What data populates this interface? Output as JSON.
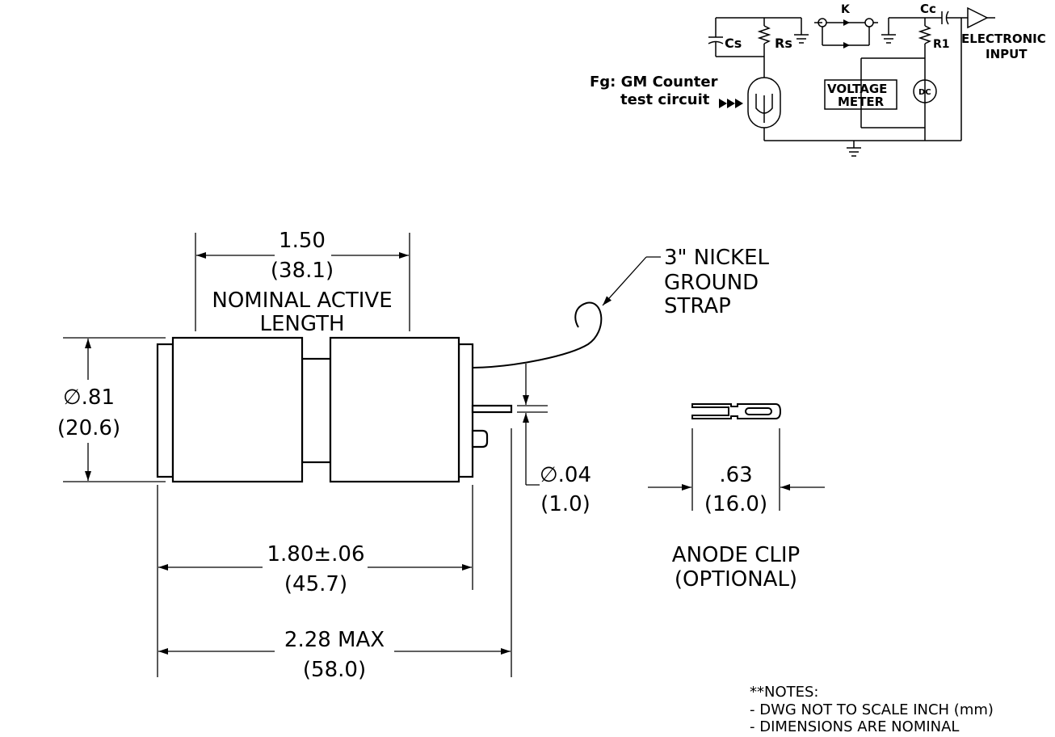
{
  "circuit": {
    "caption_line1": "Fg: GM Counter",
    "caption_line2": "test circuit",
    "labels": {
      "cs": "Cs",
      "rs": "Rs",
      "k": "K",
      "cc": "Cc",
      "r1": "R1",
      "voltmeter_line1": "VOLTAGE",
      "voltmeter_line2": "METER",
      "dc": "DC",
      "electronic_input_line1": "ELECTRONIC",
      "electronic_input_line2": "INPUT"
    }
  },
  "dimensions": {
    "active_length_in": "1.50",
    "active_length_mm": "(38.1)",
    "active_length_label_line1": "NOMINAL ACTIVE",
    "active_length_label_line2": "LENGTH",
    "diameter_in": "∅.81",
    "diameter_mm": "(20.6)",
    "body_length_in": "1.80±.06",
    "body_length_mm": "(45.7)",
    "overall_length_in": "2.28 MAX",
    "overall_length_mm": "(58.0)",
    "pin_diameter_in": "∅.04",
    "pin_diameter_mm": "(1.0)",
    "clip_width_in": ".63",
    "clip_width_mm": "(16.0)"
  },
  "strap": {
    "label_line1": "3\" NICKEL",
    "label_line2": "GROUND",
    "label_line3": "STRAP"
  },
  "anode_clip": {
    "label_line1": "ANODE CLIP",
    "label_line2": "(OPTIONAL)"
  },
  "notes": {
    "heading": "**NOTES:",
    "line1": "- DWG NOT TO SCALE INCH  (mm)",
    "line2": "- DIMENSIONS ARE NOMINAL"
  }
}
